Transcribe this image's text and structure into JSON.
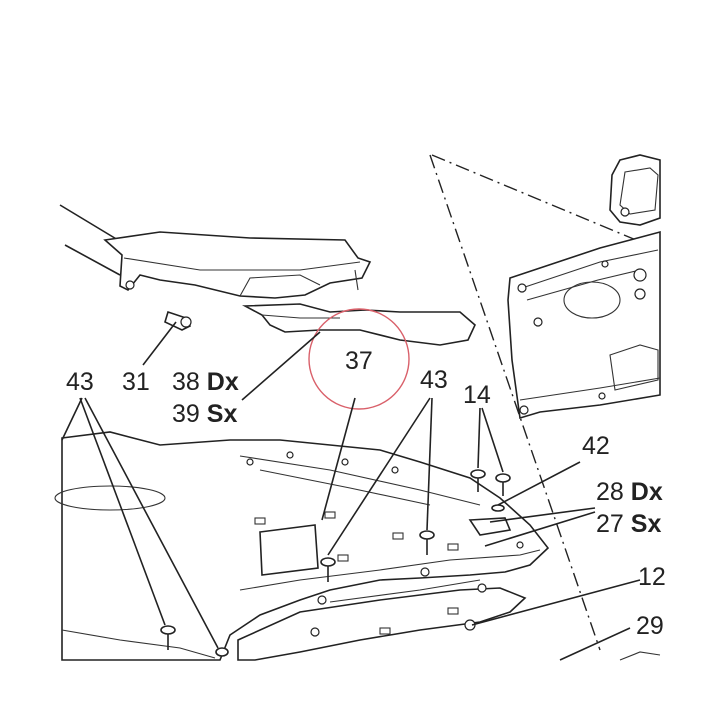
{
  "diagram": {
    "parts": [
      {
        "number": "31"
      },
      {
        "number": "38",
        "side": "Dx"
      },
      {
        "number": "39",
        "side": "Sx"
      },
      {
        "number": "37",
        "highlighted": true
      },
      {
        "number": "43"
      },
      {
        "number": "43"
      },
      {
        "number": "14"
      },
      {
        "number": "42"
      },
      {
        "number": "28",
        "side": "Dx"
      },
      {
        "number": "27",
        "side": "Sx"
      },
      {
        "number": "12"
      },
      {
        "number": "29"
      }
    ],
    "highlight_color": "#d9606a",
    "line_color": "#222222"
  }
}
